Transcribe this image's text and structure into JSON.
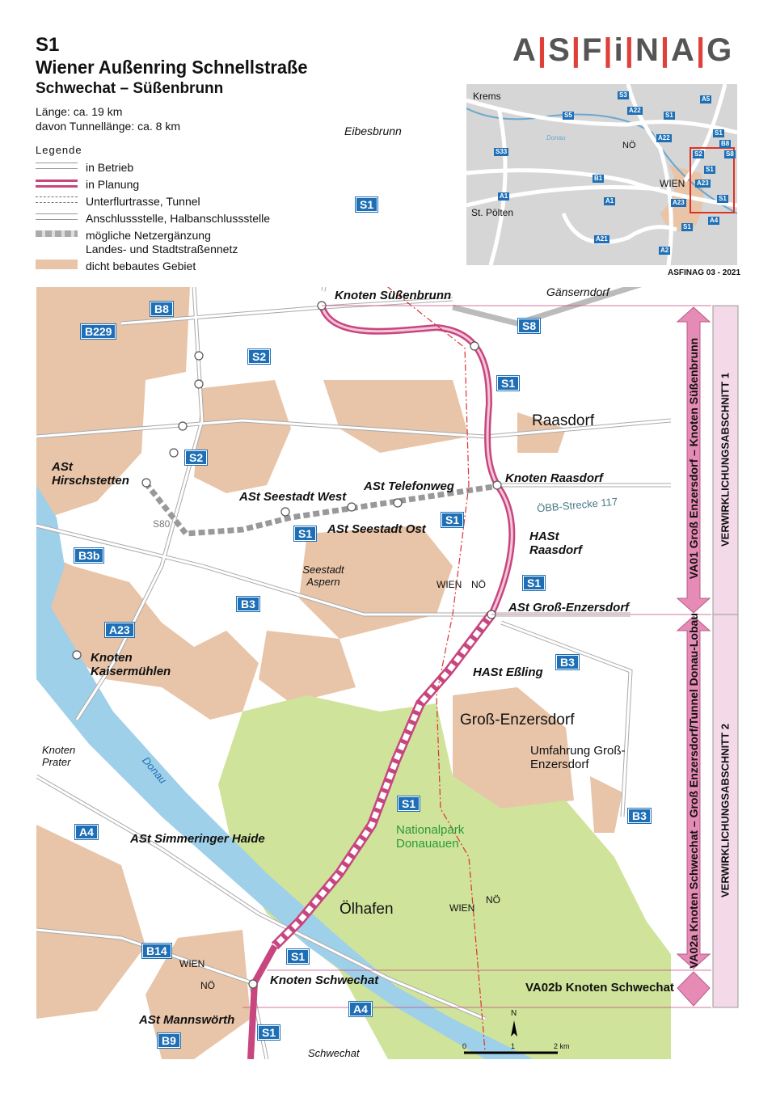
{
  "header": {
    "route": "S1",
    "title": "Wiener Außenring Schnellstraße",
    "subtitle": "Schwechat – Süßenbrunn",
    "length": "Länge:   ca. 19 km",
    "tunnel_length": "davon Tunnellänge:  ca. 8 km"
  },
  "logo": "ASFiNAG",
  "legend": {
    "title": "Legende",
    "items": [
      "in Betrieb",
      "in Planung",
      "Unterflurtrasse, Tunnel",
      "Anschlussstelle, Halbanschlussstelle",
      "mögliche Netzergänzung",
      "Landes- und Stadtstraßennetz",
      "dicht bebautes Gebiet"
    ]
  },
  "overview": {
    "labels": [
      "Krems",
      "St. Pölten",
      "NÖ",
      "WIEN",
      "Donau"
    ],
    "shields": [
      "S3",
      "A5",
      "A22",
      "S1",
      "S5",
      "A22",
      "S1",
      "B8",
      "S2",
      "S8",
      "S33",
      "S1",
      "B1",
      "A23",
      "A1",
      "A1",
      "A23",
      "S1",
      "A4",
      "S1",
      "A21",
      "A2"
    ],
    "credit": "ASFINAG  03 - 2021"
  },
  "map": {
    "places": [
      "Eibesbrunn",
      "Gänserndorf",
      "Knoten Süßenbrunn",
      "Raasdorf",
      "Knoten Raasdorf",
      "ASt Telefonweg",
      "ASt Seestadt West",
      "ASt Seestadt Ost",
      "ÖBB-Strecke 117",
      "ASt Hirschstetten",
      "S80",
      "HASt Raasdorf",
      "Seestadt Aspern",
      "WIEN",
      "NÖ",
      "ASt Groß-Enzersdorf",
      "HASt Eßling",
      "Groß-Enzersdorf",
      "Umfahrung Groß-Enzersdorf",
      "Knoten Kaisermühlen",
      "Knoten Prater",
      "Donau",
      "Nationalpark Donauauen",
      "ASt Simmeringer Haide",
      "Ölhafen",
      "WIEN",
      "NÖ",
      "WIEN",
      "NÖ",
      "Knoten Schwechat",
      "ASt Mannswörth",
      "Schwechat",
      "N",
      "0",
      "1",
      "2 km"
    ],
    "shields": [
      "S1",
      "S8",
      "S1",
      "S2",
      "B8",
      "B229",
      "S2",
      "S1",
      "S1",
      "B3b",
      "S1",
      "B3",
      "A23",
      "B3",
      "S1",
      "A4",
      "B3",
      "B14",
      "S1",
      "A4",
      "S1",
      "B9"
    ]
  },
  "sections": {
    "va01": "VA01 Groß Enzersdorf – Knoten Süßenbrunn",
    "va02a": "VA02a Knoten Schwechat – Groß Enzersdorf/Tunnel Donau-Lobau",
    "va02b": "VA02b Knoten Schwechat",
    "abschnitt1": "VERWIRKLICHUNGSABSCHNITT 1",
    "abschnitt2": "VERWIRKLICHUNGSABSCHNITT 2"
  },
  "colors": {
    "planned": "#c8467f",
    "built": "#e8c4a8",
    "park": "#cfe39a",
    "water": "#9fd0ea",
    "shield": "#1e6fb5",
    "section": "#f4d9e8"
  }
}
